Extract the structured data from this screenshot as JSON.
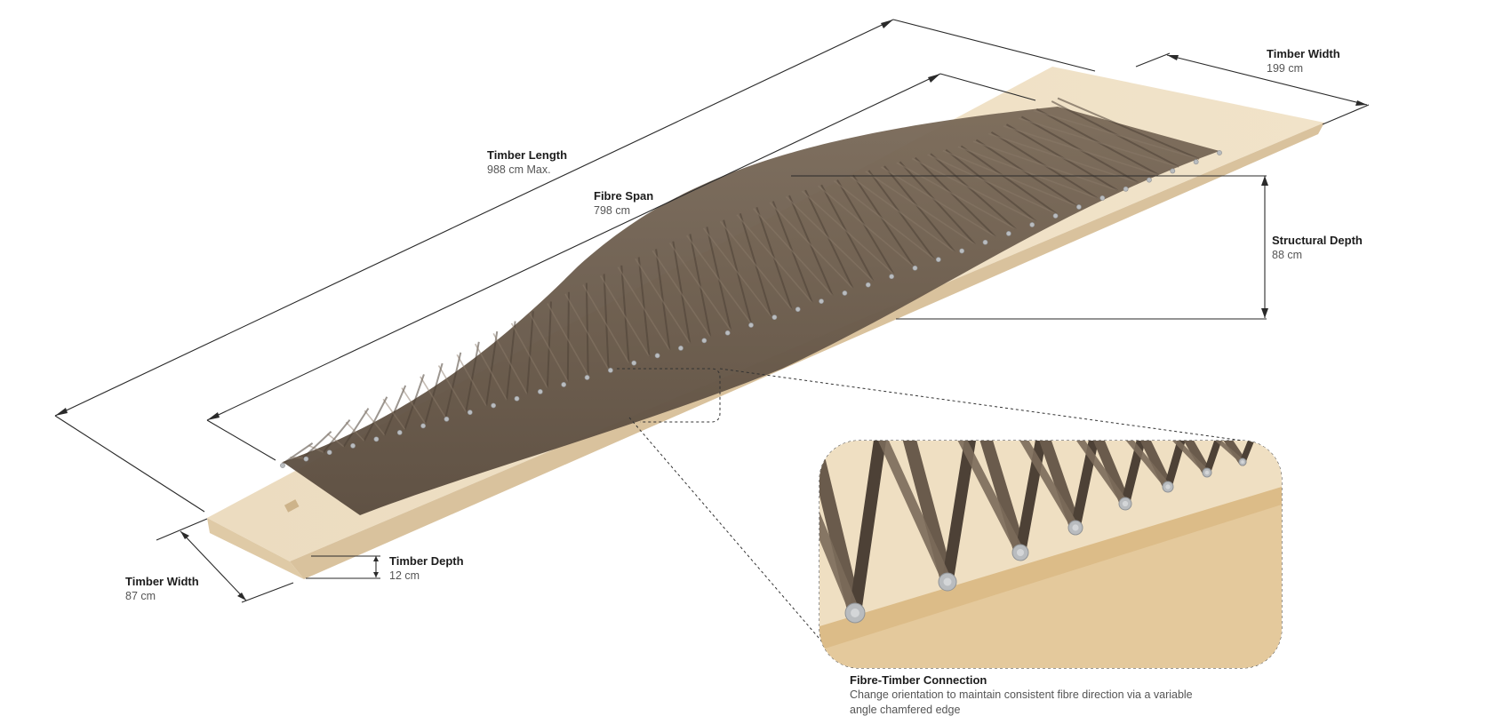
{
  "colors": {
    "timber": "#ead9bc",
    "timber_shadow": "#d6bf98",
    "fibre": "#6a5b4c",
    "fibre_dark": "#4d4136",
    "dimension_line": "#2a2a2a",
    "pin": "#b9bcbf"
  },
  "labels": {
    "timber_length": {
      "title": "Timber Length",
      "value": "988 cm Max."
    },
    "fibre_span": {
      "title": "Fibre Span",
      "value": "798 cm"
    },
    "timber_width_top": {
      "title": "Timber Width",
      "value": "199 cm"
    },
    "structural_depth": {
      "title": "Structural Depth",
      "value": "88 cm"
    },
    "timber_depth": {
      "title": "Timber Depth",
      "value": "12 cm"
    },
    "timber_width_bottom": {
      "title": "Timber Width",
      "value": "87 cm"
    },
    "connection": {
      "title": "Fibre-Timber Connection",
      "line1": "Change orientation to maintain consistent fibre direction via a variable",
      "line2": "angle chamfered edge"
    }
  }
}
